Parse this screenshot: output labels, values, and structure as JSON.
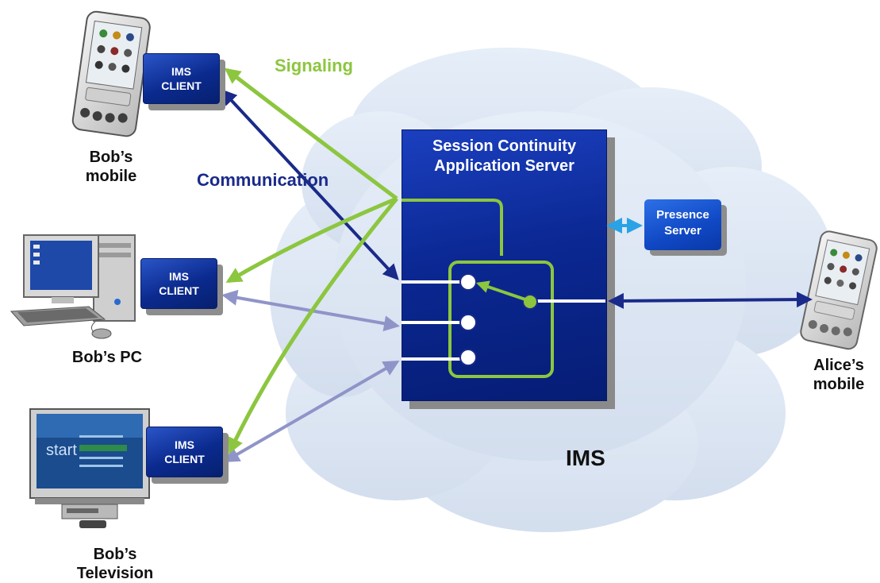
{
  "cloud": {
    "label": "IMS"
  },
  "server": {
    "title": "Session Continuity\nApplication Server"
  },
  "presence": {
    "label": "Presence\nServer"
  },
  "links": {
    "signaling": "Signaling",
    "communication": "Communication"
  },
  "clients": [
    {
      "label": "IMS\nCLIENT"
    },
    {
      "label": "IMS\nCLIENT"
    },
    {
      "label": "IMS\nCLIENT"
    }
  ],
  "devices": {
    "bob_mobile": "Bob’s\nmobile",
    "bob_pc": "Bob’s PC",
    "bob_tv": "Bob’s\nTelevision",
    "alice_mobile": "Alice’s\nmobile"
  },
  "tv_screen": {
    "start": "start"
  },
  "colors": {
    "signaling": "#8cc63f",
    "communication": "#1a2a8a",
    "communication_faded": "#8f94c8",
    "presence_link": "#29a3e6",
    "server_fill": "#0b2893",
    "client_fill": "#0f34a8",
    "cloud": "#dde7f4"
  },
  "icons": {
    "bob_mobile": "pda-icon",
    "bob_pc": "desktop-pc-icon",
    "bob_tv": "television-icon",
    "alice_mobile": "pda-icon"
  }
}
